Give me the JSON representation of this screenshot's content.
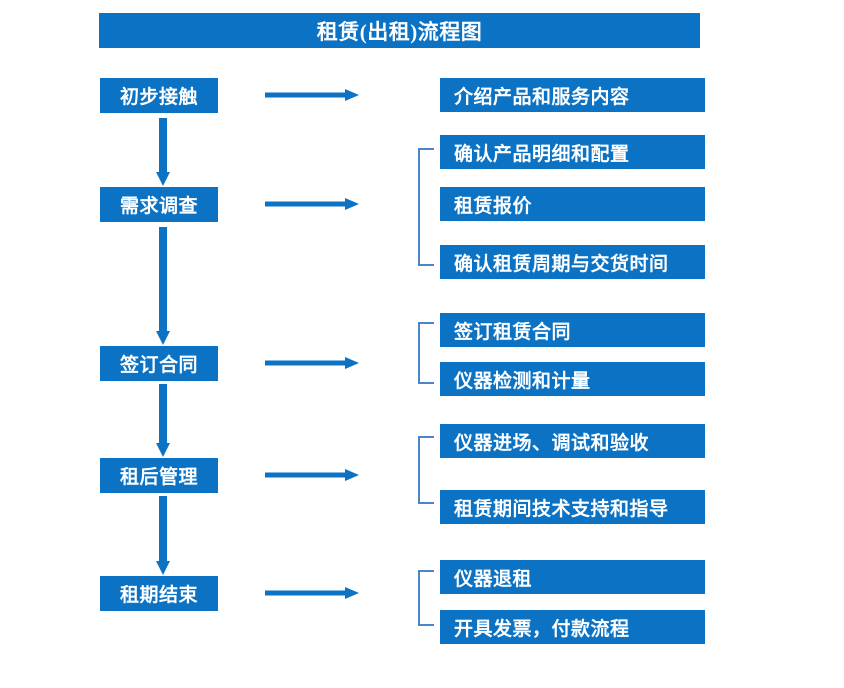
{
  "page": {
    "title": "租赁(出租)流程图",
    "accent_color": "#0b72c4",
    "bracket_color": "#4a86c8",
    "text_color": "#ffffff",
    "background_color": "#ffffff"
  },
  "chart_data": {
    "type": "diagram",
    "diagram_kind": "flowchart",
    "title": "租赁(出租)流程图",
    "orientation": "vertical-with-right-branches",
    "stages": [
      {
        "label": "初步接触",
        "details": [
          "介绍产品和服务内容"
        ],
        "bracketed": false
      },
      {
        "label": "需求调查",
        "details": [
          "确认产品明细和配置",
          "租赁报价",
          "确认租赁周期与交货时间"
        ],
        "bracketed": true
      },
      {
        "label": "签订合同",
        "details": [
          "签订租赁合同",
          "仪器检测和计量"
        ],
        "bracketed": true
      },
      {
        "label": "租后管理",
        "details": [
          "仪器进场、调试和验收",
          "租赁期间技术支持和指导"
        ],
        "bracketed": true
      },
      {
        "label": "租期结束",
        "details": [
          "仪器退租",
          "开具发票，付款流程"
        ],
        "bracketed": true
      }
    ],
    "connectors": {
      "vertical_arrows": 4,
      "horizontal_arrows": 5
    }
  },
  "stage_labels": {
    "s0": "初步接触",
    "s1": "需求调查",
    "s2": "签订合同",
    "s3": "租后管理",
    "s4": "租期结束"
  },
  "detail_labels": {
    "d0": "介绍产品和服务内容",
    "d1": "确认产品明细和配置",
    "d2": "租赁报价",
    "d3": "确认租赁周期与交货时间",
    "d4": "签订租赁合同",
    "d5": "仪器检测和计量",
    "d6": "仪器进场、调试和验收",
    "d7": "租赁期间技术支持和指导",
    "d8": "仪器退租",
    "d9": "开具发票，付款流程"
  }
}
